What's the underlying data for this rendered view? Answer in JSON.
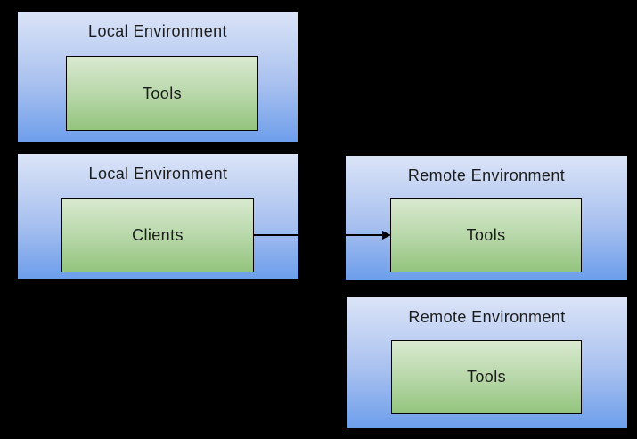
{
  "diagram": {
    "background_color": "#000000",
    "colors": {
      "env_gradient_top": "#dbe4f7",
      "env_gradient_bottom": "#6d9eeb",
      "inner_gradient_top": "#d9e9d0",
      "inner_gradient_bottom": "#93c47d",
      "inner_border": "#000000",
      "text": "#1c1c1c",
      "arrow": "#000000"
    },
    "boxes": {
      "local1": {
        "title": "Local Environment",
        "inner_label": "Tools"
      },
      "local2": {
        "title": "Local Environment",
        "inner_label": "Clients"
      },
      "remote1": {
        "title": "Remote Environment",
        "inner_label": "Tools"
      },
      "remote2": {
        "title": "Remote Environment",
        "inner_label": "Tools"
      }
    },
    "edges": [
      {
        "from": "Clients (Local Environment)",
        "to": "Tools (Remote Environment)",
        "style": "solid-arrow-right"
      }
    ]
  }
}
